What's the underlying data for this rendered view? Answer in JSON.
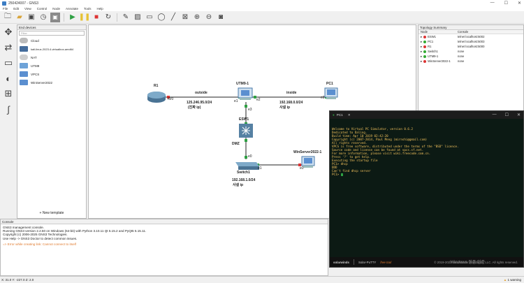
{
  "window": {
    "title": "250424007 - GNS3",
    "controls": [
      "—",
      "☐",
      "✕"
    ]
  },
  "menu": [
    "File",
    "Edit",
    "View",
    "Control",
    "Node",
    "Annotate",
    "Tools",
    "Help"
  ],
  "devices_panel": {
    "title": "End devices",
    "filter_placeholder": "Filter",
    "items": [
      {
        "label": "Cloud",
        "color": "#bcbcbc"
      },
      {
        "label": "kali-linux-2023.4-virtualbox-amd64",
        "color": "#456d9c"
      },
      {
        "label": "NAT",
        "color": "#cfcfcf"
      },
      {
        "label": "UTM9",
        "color": "#6ea3d8"
      },
      {
        "label": "VPCS",
        "color": "#5b8fd0"
      },
      {
        "label": "WinServer2022",
        "color": "#5b8fd0"
      }
    ],
    "new_template": "+ New template"
  },
  "topology": {
    "title": "Topology Summary",
    "col_node": "Node",
    "col_console": "Console",
    "rows": [
      {
        "name": "ESW1",
        "console": "telnet localhost:5002",
        "status": "#d33"
      },
      {
        "name": "PC1",
        "console": "telnet localhost:5003",
        "status": "#3a3"
      },
      {
        "name": "R1",
        "console": "telnet localhost:5000",
        "status": "#d33"
      },
      {
        "name": "Switch1",
        "console": "none",
        "status": "#3a3"
      },
      {
        "name": "UTM9-1",
        "console": "none",
        "status": "#3a3"
      },
      {
        "name": "WinServer2022-1",
        "console": "none",
        "status": "#d33"
      }
    ]
  },
  "canvas": {
    "labels": {
      "r1": "R1",
      "r1_port": "f0/0",
      "outside": "outside",
      "outside_net": "125.246.95.0/24",
      "outside_ip": "(진짜 ip)",
      "utm": "UTM9-1",
      "utm_e1": "e1",
      "utm_e2": "e2",
      "utm_e3": "e3",
      "inside": "inside",
      "inside_net": "192.168.0.0/24",
      "inside_ip": "사설 ip",
      "pc1": "PC1",
      "pc1_port": "e0",
      "esw": "ESW1",
      "dmz": "DMZ",
      "sw_e0": "e0",
      "switch": "Switch1",
      "sw_e1": "e1",
      "dmz_net": "192.168.1.0/24",
      "dmz_ip": "사설 ip",
      "win": "WinServer2022-1",
      "win_port": "e0"
    }
  },
  "console": {
    "title": "Console",
    "lines": [
      "GNS3 management console.",
      "Running GNS3 version 2.2.50 on Windows (64-bit) with Python 3.10.11 Qt 5.15.2 and PyQt5 5.15.11.",
      "Copyright (c) 2006-2025 GNS3 Technologies.",
      "Use Help -> GNS3 Doctor to detect common issues."
    ],
    "error": "=> Error while creating link: Cannot connect to itself"
  },
  "putty": {
    "tab": "PC1",
    "lines": [
      "Welcome to Virtual PC Simulator, version 0.6.2",
      "Dedicated to Daling.",
      "Build time: Apr 10 2019 02:42:20",
      "Copyright (c) 2007-2014, Paul Meng (mirnshi@gmail.com)",
      "All rights reserved.",
      "",
      "VPCS is free software, distributed under the terms of the \"BSD\" licence.",
      "Source code and license can be found at vpcs.sf.net.",
      "For more information, please visit wiki.freecode.com.cn.",
      "",
      "Press '?' to get help.",
      "",
      "Executing the startup file",
      "",
      "",
      "PC1> dhcp",
      "DDD",
      "Can't find dhcp server",
      "",
      "PC1> "
    ],
    "footer_brand": "solarwinds",
    "footer_product": "Solar-PuTTY",
    "footer_tag": "free tool",
    "footer_copy": "© 2019-2023 SolarWinds Worldwide, LLC. All rights reserved.",
    "watermark": "Windows 정품 인증"
  },
  "status": {
    "coords": "X: 31.0 Y: -227.0 Z: 2.0",
    "warning": "1 warning"
  }
}
